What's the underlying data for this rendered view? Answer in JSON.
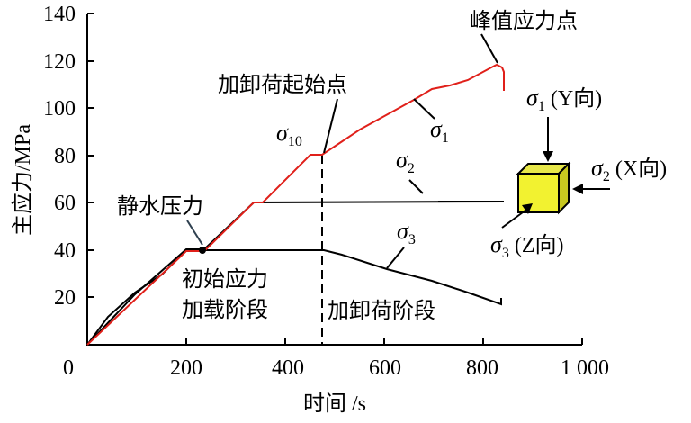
{
  "chart_data": {
    "type": "line",
    "title": "",
    "xlabel": "时间 /s",
    "ylabel": "主应力/MPa",
    "xlim": [
      0,
      1000
    ],
    "ylim": [
      0,
      140
    ],
    "x_ticks": [
      "0",
      "200",
      "400",
      "600",
      "800",
      "1 000"
    ],
    "y_ticks": [
      "20",
      "40",
      "60",
      "80",
      "100",
      "120",
      "140"
    ],
    "series": [
      {
        "name": "σ1",
        "color": "#e0201a",
        "x": [
          0,
          200,
          230,
          335,
          450,
          475,
          600,
          650,
          700,
          800,
          827,
          845,
          848
        ],
        "y": [
          0,
          40,
          40,
          60,
          80,
          80,
          98,
          104,
          108,
          116,
          118,
          116,
          107
        ]
      },
      {
        "name": "σ2",
        "color": "#000000",
        "x": [
          0,
          200,
          230,
          335,
          850
        ],
        "y": [
          0,
          40,
          40,
          60,
          61
        ]
      },
      {
        "name": "σ3",
        "color": "#000000",
        "x": [
          0,
          200,
          480,
          600,
          700,
          840,
          842
        ],
        "y": [
          0,
          40,
          40,
          32,
          26,
          17,
          19
        ]
      }
    ],
    "annotations": [
      {
        "text": "峰值应力点",
        "x": 827,
        "y": 118
      },
      {
        "text": "加卸荷起始点",
        "x": 475,
        "y": 80
      },
      {
        "text": "静水压力",
        "x": 230,
        "y": 40
      },
      {
        "text": "σ10",
        "x": 450,
        "y": 80
      },
      {
        "text": "初始应力加载阶段",
        "x": 100,
        "y": 25
      },
      {
        "text": "加卸荷阶段",
        "x": 600,
        "y": 12
      }
    ],
    "grid": false,
    "legend": "inline labels"
  },
  "labels": {
    "peak": "峰值应力点",
    "unload_start": "加卸荷起始点",
    "hydro": "静水压力",
    "stage1_line1": "初始应力",
    "stage1_line2": "加载阶段",
    "stage2": "加卸荷阶段",
    "sigma": "σ",
    "sub10": "10",
    "sub1": "1",
    "sub2": "2",
    "sub3": "3",
    "y_dir": " (Y向)",
    "x_dir": " (X向)",
    "z_dir": " (Z向)"
  },
  "axes": {
    "xlabel": "时间 /s",
    "ylabel": "主应力/MPa",
    "x_ticks": [
      "0",
      "200",
      "400",
      "600",
      "800",
      "1 000"
    ],
    "y_ticks": [
      "20",
      "40",
      "60",
      "80",
      "100",
      "120",
      "140"
    ]
  }
}
